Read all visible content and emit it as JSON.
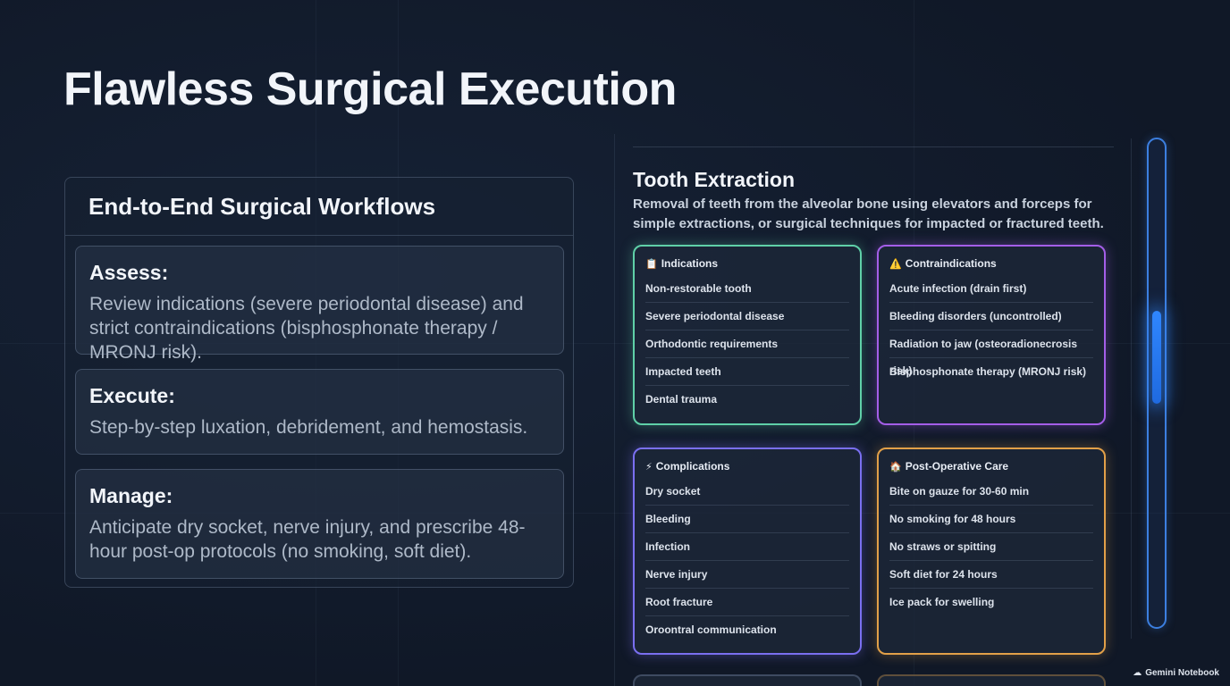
{
  "page": {
    "title": "Flawless Surgical Execution"
  },
  "workflow": {
    "heading": "End-to-End Surgical Workflows",
    "steps": [
      {
        "label": "Assess:",
        "body": "Review indications (severe periodontal disease) and strict contraindications (bisphosphonate therapy / MRONJ risk)."
      },
      {
        "label": "Execute:",
        "body": "Step-by-step luxation, debridement, and hemostasis."
      },
      {
        "label": "Manage:",
        "body": "Anticipate dry socket, nerve injury, and prescribe 48-hour post-op protocols (no smoking, soft diet)."
      }
    ]
  },
  "procedure": {
    "title": "Tooth Extraction",
    "description": "Removal of teeth from the alveolar bone using elevators and forceps for simple extractions, or surgical techniques for impacted or fractured teeth.",
    "cards": {
      "indications": {
        "icon": "📋",
        "icon_name": "clipboard-icon",
        "title": "Indications",
        "color": "#5fd0a8",
        "items": [
          "Non-restorable tooth",
          "Severe periodontal disease",
          "Orthodontic requirements",
          "Impacted teeth",
          "Dental trauma"
        ]
      },
      "contraindications": {
        "icon": "⚠️",
        "icon_name": "warning-icon",
        "title": "Contraindications",
        "color": "#a45ee8",
        "items": [
          "Acute infection (drain first)",
          "Bleeding disorders (uncontrolled)",
          "Radiation to jaw (osteoradionecrosis risk)",
          "Bisphosphonate therapy (MRONJ risk)"
        ]
      },
      "complications": {
        "icon": "⚡",
        "icon_name": "lightning-icon",
        "title": "Complications",
        "color": "#7a6ff0",
        "items": [
          "Dry socket",
          "Bleeding",
          "Infection",
          "Nerve injury",
          "Root fracture",
          "Oroontral communication"
        ]
      },
      "postop": {
        "icon": "🏠",
        "icon_name": "house-icon",
        "title": "Post-Operative Care",
        "color": "#e2a048",
        "items": [
          "Bite on gauze for 30-60 min",
          "No smoking for 48 hours",
          "No straws or spitting",
          "Soft diet for 24 hours",
          "Ice pack for swelling"
        ]
      }
    }
  },
  "brand": {
    "label": "Gemini Notebook",
    "icon_name": "cloud-icon"
  },
  "colors": {
    "accent": "#2f86ff",
    "background": "#111a29"
  }
}
